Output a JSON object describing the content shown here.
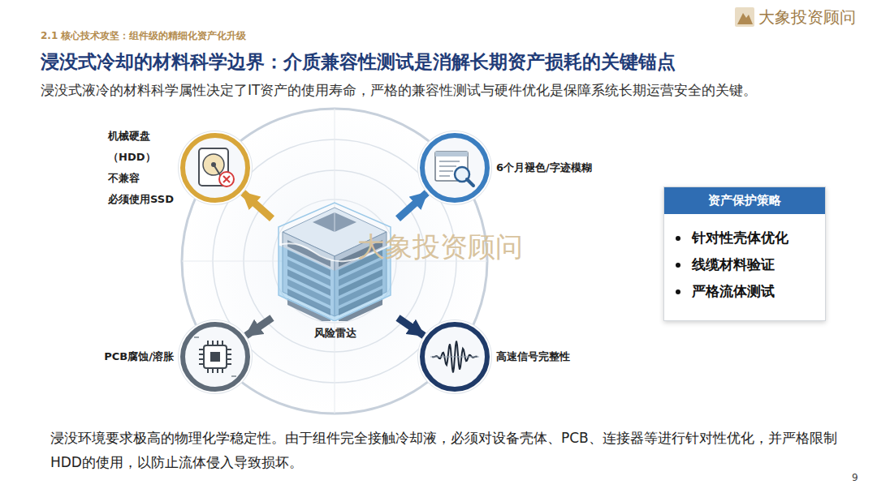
{
  "diagram": {
    "title": "浸没式冷却的材料科学边界：介质兼容性测试是消解长期资产损耗的关键锚点",
    "caption": "浸没环境要求极高的物理化学稳定性。由于组件完全接触冷却液，必须对设备壳体、PCB、连接器等进行针对性优化，并严格限制HDD的使用，以防止流体侵入导致损坏。",
    "nodes": [
      {
        "text": [
          "风险雷达"
        ]
      },
      {
        "text": [
          "机械硬盘（HDD） 不兼容 必须使用SSD"
        ]
      },
      {
        "text": [
          "6个月褪色/字迹模糊"
        ]
      },
      {
        "text": [
          "PCB腐蚀/溶胀"
        ]
      },
      {
        "text": [
          "高速信号完整性"
        ]
      },
      {
        "text": [
          "资产保护策略",
          "针对性壳体优化",
          "线缆材料验证",
          "严格流体测试"
        ]
      }
    ],
    "edges": [
      {
        "from": 0,
        "to": 1,
        "arrow": "to"
      },
      {
        "from": 0,
        "to": 2,
        "arrow": "to"
      },
      {
        "from": 0,
        "to": 3,
        "arrow": "to"
      },
      {
        "from": 0,
        "to": 4,
        "arrow": "to"
      }
    ],
    "labels": [
      "2.1 核心技术攻坚：组件级的精细化资产化升级",
      "大象投资顾问",
      "浸没式液冷的材料科学属性决定了IT资产的使用寿命，严格的兼容性测试与硬件优化是保障系统长期运营安全的关键。",
      "大象投资顾问",
      "9"
    ]
  }
}
